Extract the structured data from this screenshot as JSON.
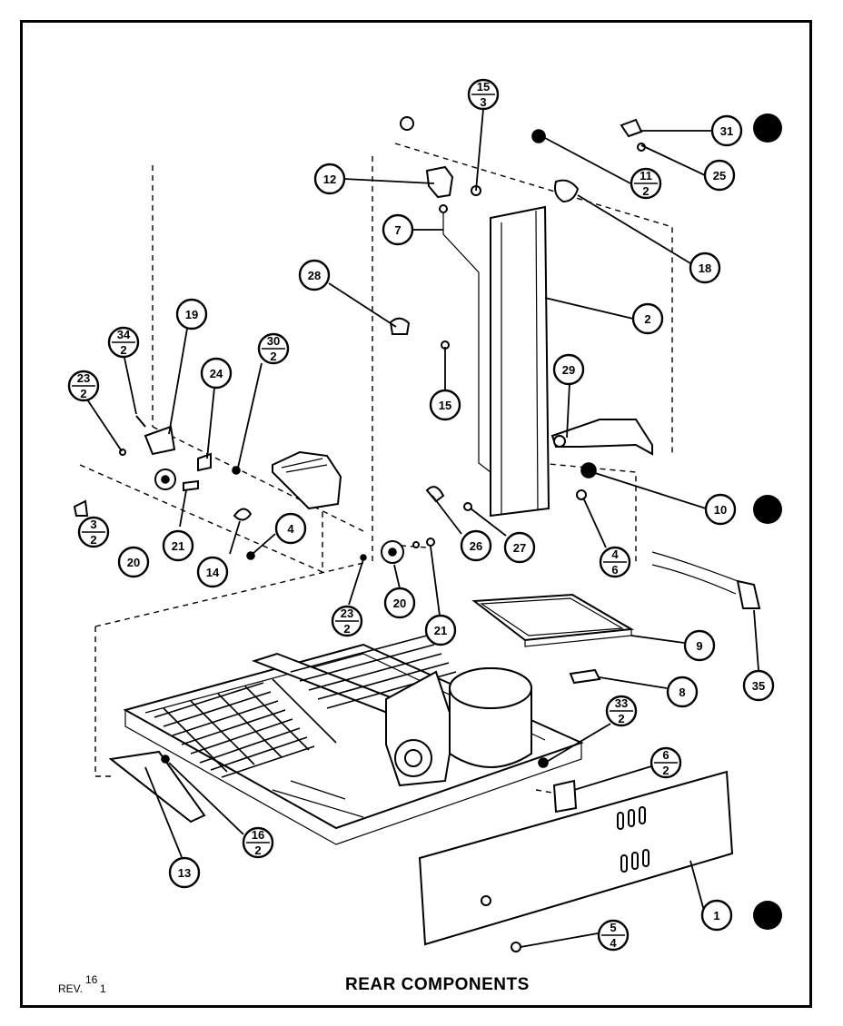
{
  "title": "REAR COMPONENTS",
  "revision": {
    "label": "REV.",
    "number": "16",
    "suffix": "1"
  },
  "callouts": [
    {
      "id": "c-15-3",
      "top": "15",
      "bottom": "3"
    },
    {
      "id": "c-31",
      "top": "31"
    },
    {
      "id": "c-12",
      "top": "12"
    },
    {
      "id": "c-11-2",
      "top": "11",
      "bottom": "2"
    },
    {
      "id": "c-25",
      "top": "25"
    },
    {
      "id": "c-7",
      "top": "7"
    },
    {
      "id": "c-18",
      "top": "18"
    },
    {
      "id": "c-28",
      "top": "28"
    },
    {
      "id": "c-2",
      "top": "2"
    },
    {
      "id": "c-19",
      "top": "19"
    },
    {
      "id": "c-34-2",
      "top": "34",
      "bottom": "2"
    },
    {
      "id": "c-30-2",
      "top": "30",
      "bottom": "2"
    },
    {
      "id": "c-29",
      "top": "29"
    },
    {
      "id": "c-24",
      "top": "24"
    },
    {
      "id": "c-23-2a",
      "top": "23",
      "bottom": "2"
    },
    {
      "id": "c-15",
      "top": "15"
    },
    {
      "id": "c-10",
      "top": "10"
    },
    {
      "id": "c-3-2",
      "top": "3",
      "bottom": "2"
    },
    {
      "id": "c-20a",
      "top": "20"
    },
    {
      "id": "c-21a",
      "top": "21"
    },
    {
      "id": "c-14",
      "top": "14"
    },
    {
      "id": "c-4",
      "top": "4"
    },
    {
      "id": "c-26",
      "top": "26"
    },
    {
      "id": "c-27",
      "top": "27"
    },
    {
      "id": "c-4-6",
      "top": "4",
      "bottom": "6"
    },
    {
      "id": "c-23-2b",
      "top": "23",
      "bottom": "2"
    },
    {
      "id": "c-20b",
      "top": "20"
    },
    {
      "id": "c-21b",
      "top": "21"
    },
    {
      "id": "c-9",
      "top": "9"
    },
    {
      "id": "c-8",
      "top": "8"
    },
    {
      "id": "c-35",
      "top": "35"
    },
    {
      "id": "c-33-2",
      "top": "33",
      "bottom": "2"
    },
    {
      "id": "c-6-2",
      "top": "6",
      "bottom": "2"
    },
    {
      "id": "c-13",
      "top": "13"
    },
    {
      "id": "c-16-2",
      "top": "16",
      "bottom": "2"
    },
    {
      "id": "c-1",
      "top": "1"
    },
    {
      "id": "c-5-4",
      "top": "5",
      "bottom": "4"
    }
  ]
}
